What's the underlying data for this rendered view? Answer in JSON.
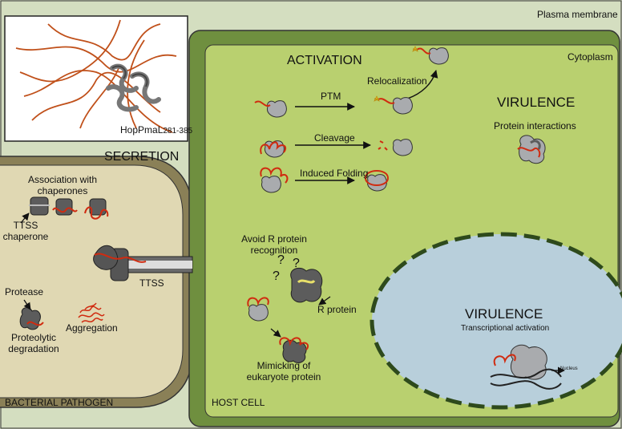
{
  "membrane": {
    "plasma_membrane": "Plasma membrane",
    "cytoplasm": "Cytoplasm"
  },
  "structure": {
    "label": "HopPmaL",
    "subscript": "281-385"
  },
  "pathogen": {
    "title": "BACTERIAL PATHOGEN",
    "secretion": "SECRETION",
    "association_line1": "Association with",
    "association_line2": "chaperones",
    "ttss_chaperone_line1": "TTSS",
    "ttss_chaperone_line2": "chaperone",
    "protease": "Protease",
    "proteolytic_line1": "Proteolytic",
    "proteolytic_line2": "degradation",
    "aggregation": "Aggregation",
    "ttss": "TTSS"
  },
  "host": {
    "title": "HOST CELL",
    "activation": "ACTIVATION",
    "ptm": "PTM",
    "relocalization": "Relocalization",
    "cleavage": "Cleavage",
    "induced_folding": "Induced Folding",
    "virulence": "VIRULENCE",
    "protein_interactions": "Protein interactions",
    "avoid_line1": "Avoid R protein",
    "avoid_line2": "recognition",
    "q": "?",
    "r_protein": "R protein",
    "mimic_line1": "Mimicking of",
    "mimic_line2": "eukaryote protein"
  },
  "nucleus": {
    "virulence": "VIRULENCE",
    "transcriptional_activation": "Transcriptional activation",
    "label": "Nucleus"
  },
  "colors": {
    "background": "#d4dec0",
    "host_outer": "#6f8f3f",
    "host_inner": "#b9d06f",
    "nucleus": "#b8cfdb",
    "nucleus_border": "#2e4a1c",
    "bacterium_wall": "#8a8057",
    "bacterium_inner": "#e0d8b3",
    "protein": "#a9abae",
    "protein_dark": "#5c5c5c",
    "tail": "#d02b10"
  }
}
